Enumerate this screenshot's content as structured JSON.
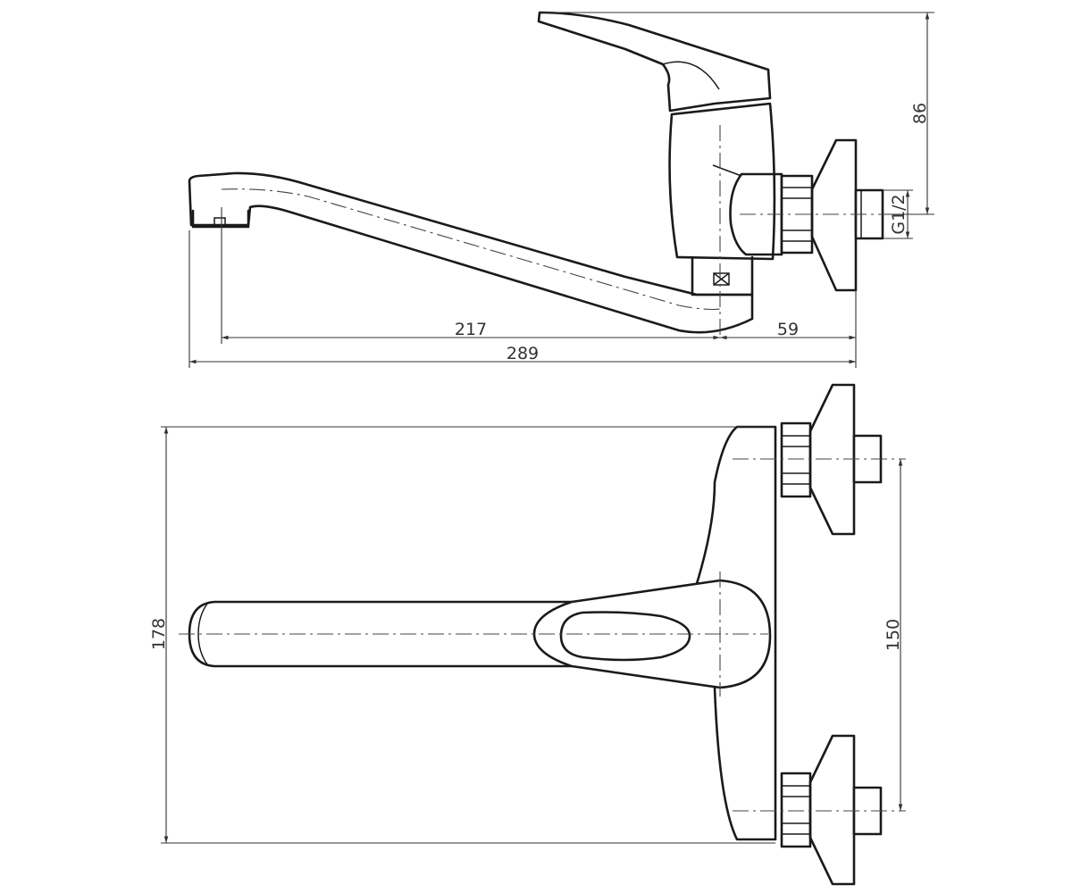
{
  "drawing": {
    "side_view": {
      "dimensions": {
        "height": "86",
        "thread": "G1/2",
        "spout_reach": "217",
        "body_depth": "59",
        "overall_length": "289"
      }
    },
    "top_view": {
      "dimensions": {
        "overall_width": "178",
        "inlet_centers": "150"
      }
    }
  }
}
